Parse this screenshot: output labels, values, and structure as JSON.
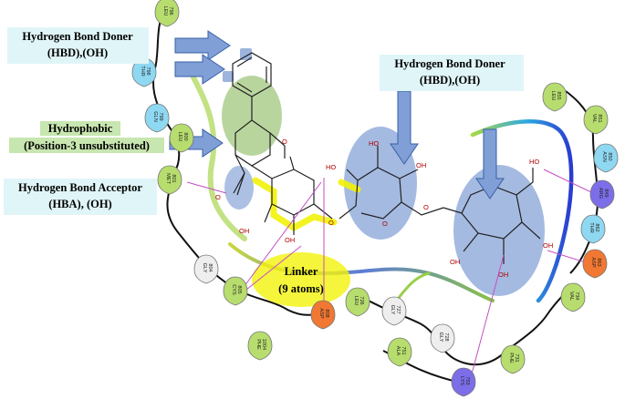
{
  "labels": {
    "hbd_left_line1": "Hydrogen Bond Doner",
    "hbd_left_line2": "(HBD),(OH)",
    "hbd_right_line1": "Hydrogen Bond Doner",
    "hbd_right_line2": "(HBD),(OH)",
    "hydrophobic_line1": "Hydrophobic",
    "hydrophobic_line2": "(Position-3 unsubstituted)",
    "hba_line1": "Hydrogen Bond Acceptor",
    "hba_line2": "(HBA), (OH)",
    "linker_line1": "Linker",
    "linker_line2": "(9 atoms)"
  },
  "atoms": {
    "oh": "OH",
    "o": "O",
    "ho": "HO"
  },
  "residues": [
    {
      "id": "leu796",
      "name": "LEU",
      "num": "796",
      "kind": "hydrophobic"
    },
    {
      "id": "thr798",
      "name": "THR",
      "num": "798",
      "kind": "polar"
    },
    {
      "id": "gln799",
      "name": "GLN",
      "num": "799",
      "kind": "polar"
    },
    {
      "id": "leu800",
      "name": "LEU",
      "num": "800",
      "kind": "hydrophobic"
    },
    {
      "id": "met801",
      "name": "MET",
      "num": "801",
      "kind": "hydrophobic"
    },
    {
      "id": "gly804",
      "name": "GLY",
      "num": "804",
      "kind": "glycine"
    },
    {
      "id": "cys805",
      "name": "CYS",
      "num": "805",
      "kind": "hydrophobic"
    },
    {
      "id": "asp808",
      "name": "ASP",
      "num": "808",
      "kind": "negative"
    },
    {
      "id": "phe1004",
      "name": "PHE",
      "num": "1004",
      "kind": "hydrophobic"
    },
    {
      "id": "leu726",
      "name": "LEU",
      "num": "726",
      "kind": "hydrophobic"
    },
    {
      "id": "gly727",
      "name": "GLY",
      "num": "727",
      "kind": "glycine"
    },
    {
      "id": "gly728",
      "name": "GLY",
      "num": "728",
      "kind": "glycine"
    },
    {
      "id": "ala751",
      "name": "ALA",
      "num": "751",
      "kind": "hydrophobic"
    },
    {
      "id": "lys753",
      "name": "LYS",
      "num": "753",
      "kind": "positive"
    },
    {
      "id": "phe731",
      "name": "PHE",
      "num": "731",
      "kind": "hydrophobic"
    },
    {
      "id": "val734",
      "name": "VAL",
      "num": "734",
      "kind": "hydrophobic"
    },
    {
      "id": "leu855",
      "name": "LEU",
      "num": "855",
      "kind": "hydrophobic"
    },
    {
      "id": "val851",
      "name": "VAL",
      "num": "851",
      "kind": "hydrophobic"
    },
    {
      "id": "asn850",
      "name": "ASN",
      "num": "850",
      "kind": "polar"
    },
    {
      "id": "arg849",
      "name": "ARG",
      "num": "849",
      "kind": "positive"
    },
    {
      "id": "thr862",
      "name": "THR",
      "num": "862",
      "kind": "polar"
    },
    {
      "id": "asp863",
      "name": "ASP",
      "num": "863",
      "kind": "negative"
    }
  ],
  "colors": {
    "hydrophobic": "#b7dd6e",
    "polar": "#8fd8f2",
    "glycine": "#eeeeee",
    "negative": "#f07833",
    "positive": "#7c6ee8",
    "arrow_fill": "#7f9fd6",
    "ellipse_blue": "#5a82c8",
    "ellipse_green": "#7fb34e",
    "highlight_yellow": "#f2f20a",
    "hbond_line": "#c44ec4"
  }
}
